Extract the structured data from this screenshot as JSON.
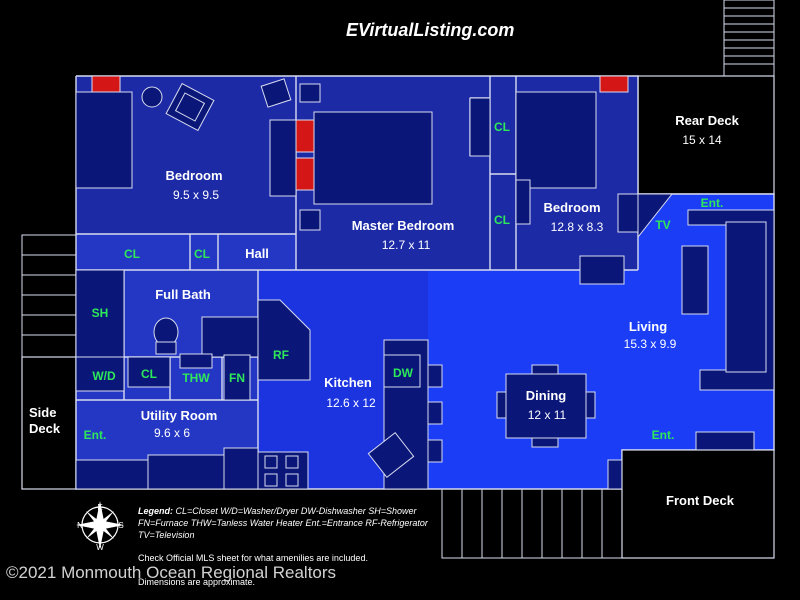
{
  "site": "EVirtualListing.com",
  "copyright": "©2021 Monmouth Ocean Regional Realtors",
  "rooms": [
    {
      "id": "bedroom-1",
      "name": "Bedroom",
      "dim": "9.5 x 9.5"
    },
    {
      "id": "master-bedroom",
      "name": "Master Bedroom",
      "dim": "12.7 x 11"
    },
    {
      "id": "bedroom-2",
      "name": "Bedroom",
      "dim": "12.8 x 8.3"
    },
    {
      "id": "rear-deck",
      "name": "Rear Deck",
      "dim": "15 x 14"
    },
    {
      "id": "full-bath",
      "name": "Full Bath",
      "dim": ""
    },
    {
      "id": "hall",
      "name": "Hall",
      "dim": ""
    },
    {
      "id": "living",
      "name": "Living",
      "dim": "15.3 x 9.9"
    },
    {
      "id": "kitchen",
      "name": "Kitchen",
      "dim": "12.6 x 12"
    },
    {
      "id": "dining",
      "name": "Dining",
      "dim": "12 x 11"
    },
    {
      "id": "utility-room",
      "name": "Utility Room",
      "dim": "9.6 x 6"
    },
    {
      "id": "side-deck",
      "name": "Side Deck",
      "dim": ""
    },
    {
      "id": "front-deck",
      "name": "Front Deck",
      "dim": ""
    }
  ],
  "abbreviations": {
    "cl": "CL",
    "sh": "SH",
    "wd": "W/D",
    "thw": "THW",
    "fn": "FN",
    "rf": "RF",
    "dw": "DW",
    "tv": "TV",
    "ent": "Ent."
  },
  "legend": {
    "heading": "Legend:",
    "line1": "CL=Closet  W/D=Washer/Dryer DW-Dishwasher SH=Shower",
    "line2": "FN=Furnace THW=Tanless Water Heater Ent.=Entrance RF-Refrigerator",
    "line3": "TV=Television"
  },
  "notes": {
    "mls": "Check Official MLS sheet for what amenilies are included.",
    "dimensions": "Dimensions are approximate."
  },
  "compass": {
    "n": "N",
    "s": "S",
    "e": "E",
    "w": "W"
  },
  "colors": {
    "background": "#000000",
    "room_dark": "#1c2aa6",
    "room_mid": "#2336c4",
    "room_bright": "#1a3df5",
    "furniture": "#0a1678",
    "wall": "#d8dcf0",
    "fireplace": "#d41616",
    "abbr_text": "#2ee85a"
  }
}
